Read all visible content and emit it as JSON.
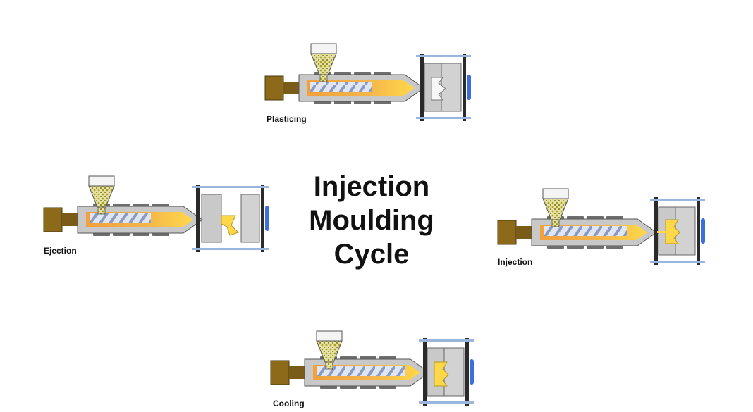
{
  "title": {
    "line1": "Injection",
    "line2": "Moulding",
    "line3": "Cycle"
  },
  "stages": {
    "plasticing": "Plasticing",
    "injection": "Injection",
    "cooling": "Cooling",
    "ejection": "Ejection"
  },
  "colors": {
    "hopper_fill": "#e2dfa8",
    "pellets": "#b8b030",
    "motor": "#8c6a1a",
    "barrel": "#c8c8c8",
    "heater": "#6e6e6e",
    "melt_orange": "#f2a03c",
    "melt_yellow": "#ffd84a",
    "screw": "#b8c4dc",
    "mould": "#c9c9c9",
    "platen": "#2a2a2a",
    "accent_blue": "#3c6ee0"
  }
}
